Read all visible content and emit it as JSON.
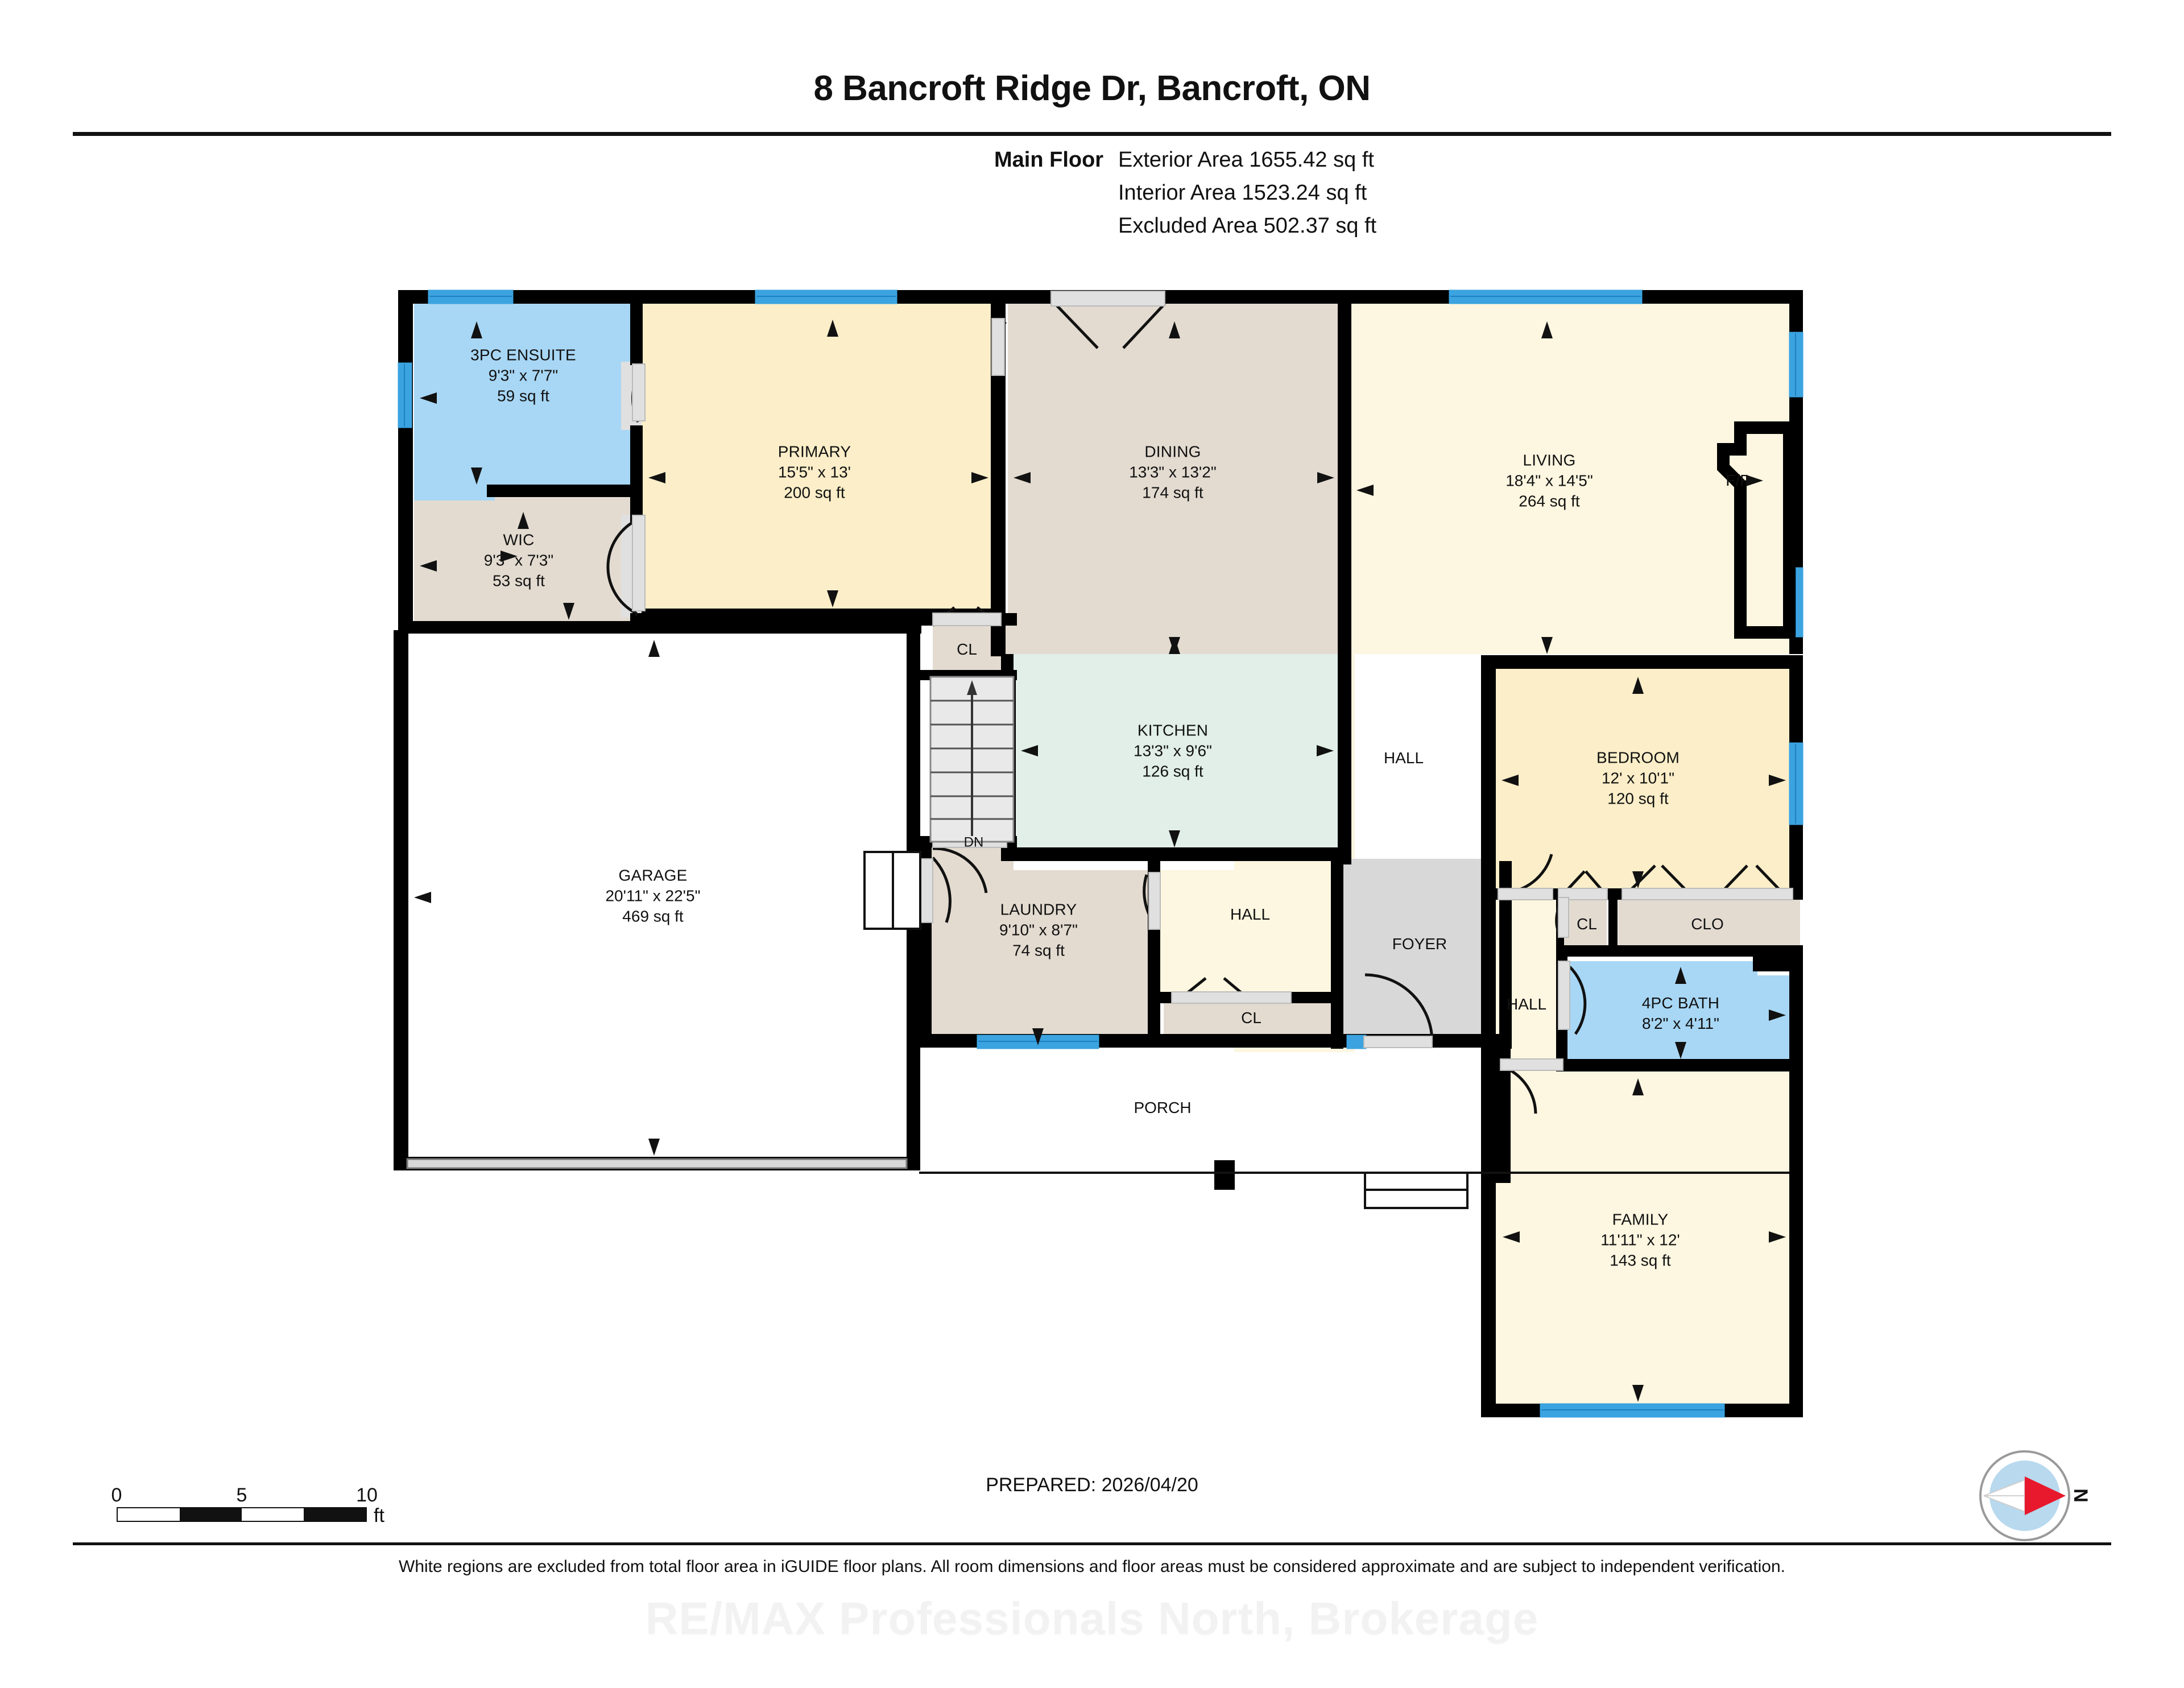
{
  "header": {
    "title": "8 Bancroft Ridge Dr, Bancroft, ON",
    "floor_label": "Main Floor",
    "areas": [
      {
        "label": "Main Floor",
        "value": "Exterior Area 1655.42 sq ft"
      },
      {
        "label": "",
        "value": "Interior Area 1523.24 sq ft"
      },
      {
        "label": "",
        "value": "Excluded Area 502.37 sq ft"
      }
    ]
  },
  "rooms": [
    {
      "id": "ensuite",
      "name": "3PC ENSUITE",
      "dim": "9'3\" x 7'7\"",
      "sqft": "59 sq ft",
      "color": "#a8d7f5"
    },
    {
      "id": "wic",
      "name": "WIC",
      "dim": "9'3\" x 7'3\"",
      "sqft": "53 sq ft",
      "color": "#e3dbd0"
    },
    {
      "id": "primary",
      "name": "PRIMARY",
      "dim": "15'5\" x 13'",
      "sqft": "200 sq ft",
      "color": "#fbeec8"
    },
    {
      "id": "dining",
      "name": "DINING",
      "dim": "13'3\" x 13'2\"",
      "sqft": "174 sq ft",
      "color": "#e3dbd0"
    },
    {
      "id": "living",
      "name": "LIVING",
      "dim": "18'4\" x 14'5\"",
      "sqft": "264 sq ft",
      "color": "#fdf6e0"
    },
    {
      "id": "kitchen",
      "name": "KITCHEN",
      "dim": "13'3\" x 9'6\"",
      "sqft": "126 sq ft",
      "color": "#e1efe8"
    },
    {
      "id": "bedroom",
      "name": "BEDROOM",
      "dim": "12' x 10'1\"",
      "sqft": "120 sq ft",
      "color": "#fbeec8"
    },
    {
      "id": "garage",
      "name": "GARAGE",
      "dim": "20'11\" x 22'5\"",
      "sqft": "469 sq ft",
      "color": "#ffffff"
    },
    {
      "id": "laundry",
      "name": "LAUNDRY",
      "dim": "9'10\" x 8'7\"",
      "sqft": "74 sq ft",
      "color": "#e3dbd0"
    },
    {
      "id": "bath4pc",
      "name": "4PC BATH",
      "dim": "8'2\" x 4'11\"",
      "sqft": "",
      "color": "#a8d7f5"
    },
    {
      "id": "family",
      "name": "FAMILY",
      "dim": "11'11\" x 12'",
      "sqft": "143 sq ft",
      "color": "#fdf6e0"
    }
  ],
  "minor_labels": [
    {
      "id": "fp",
      "name": "F/P"
    },
    {
      "id": "cl1",
      "name": "CL"
    },
    {
      "id": "cl2",
      "name": "CL"
    },
    {
      "id": "cl3",
      "name": "CL"
    },
    {
      "id": "clo",
      "name": "CLO"
    },
    {
      "id": "hall1",
      "name": "HALL"
    },
    {
      "id": "hall2",
      "name": "HALL"
    },
    {
      "id": "hall3",
      "name": "HALL"
    },
    {
      "id": "foyer",
      "name": "FOYER"
    },
    {
      "id": "porch",
      "name": "PORCH"
    },
    {
      "id": "dn",
      "name": "DN"
    }
  ],
  "footer": {
    "scale_ticks": [
      "0",
      "5",
      "10"
    ],
    "scale_unit": "ft",
    "prepared": "PREPARED: 2026/04/20",
    "compass_label": "N",
    "disclaimer": "White regions are excluded from total floor area in iGUIDE floor plans. All room dimensions and floor areas must be considered approximate and are subject to independent verification.",
    "watermark": "RE/MAX Professionals North, Brokerage"
  },
  "colors": {
    "wall": "#000000",
    "window": "#3ba3e0",
    "door_fill": "#e0e0e0",
    "bath": "#a8d7f5",
    "bedroom": "#fbeec8",
    "living": "#fdf6e0",
    "neutral": "#e3dbd0",
    "kitchen": "#e1efe8",
    "foyer": "#d8d8d8",
    "excluded": "#ffffff",
    "compass_needle": "#e8192c",
    "compass_disc": "#b8d9ee"
  }
}
